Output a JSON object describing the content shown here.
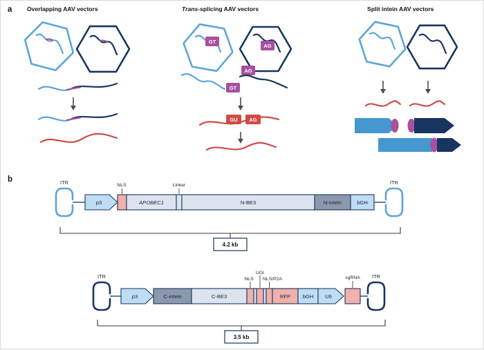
{
  "panel_a": {
    "label": "a",
    "col1_title": "Overlapping AAV vectors",
    "col2_title_italic": "Trans",
    "col2_title_rest": "-splicing AAV vectors",
    "col3_title": "Split intein AAV vectors",
    "gt": "GT",
    "ag": "AG",
    "gu": "GU",
    "ag_red": "AG"
  },
  "panel_b": {
    "label": "b",
    "itr": "ITR",
    "construct1": {
      "p3": "p3",
      "nls": "NLS",
      "apobec1": "APOBEC1",
      "linker": "Linker",
      "n_be3": "N-BE3",
      "n_intein": "N-intein",
      "bgh": "bGH",
      "size": "4.2 kb"
    },
    "construct2": {
      "p3": "p3",
      "c_intein": "C-intein",
      "c_be3": "C-BE3",
      "nls": "NLS",
      "ugi": "UGI",
      "nls_p2a": "NLS/P2A",
      "rfp": "RFP",
      "bgh": "bGH",
      "u6": "U6",
      "sgrna": "sgRNA",
      "size": "3.5 kb"
    }
  },
  "colors": {
    "light_blue": "#5ba5d9",
    "navy": "#17355e",
    "magenta": "#a8509f",
    "red": "#cf4b47",
    "salmon": "#f0b0ab",
    "lavender": "#dde3ef",
    "slate": "#8c98ad",
    "pale_blue": "#bedcf2"
  }
}
